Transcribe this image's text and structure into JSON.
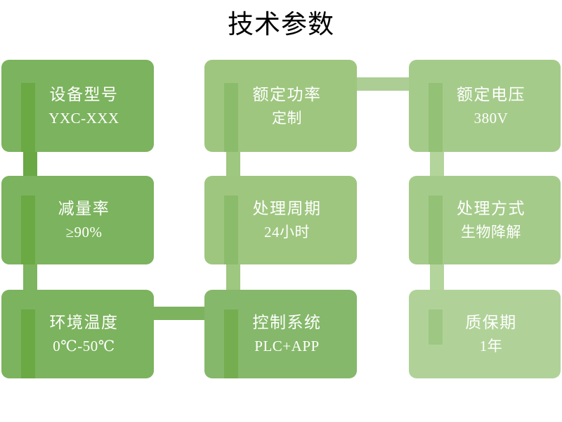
{
  "slide": {
    "title": "技术参数",
    "background": "#ffffff"
  },
  "palette": {
    "green_strong": "#7cb35e",
    "green_mid": "#9ec67f",
    "green_light": "#b0d298",
    "accent_dark": "#6aa944",
    "text_on_card": "#ffffff",
    "title_color": "#000000"
  },
  "cards": [
    {
      "id": "device-model",
      "title": "设备型号",
      "value": "YXC-XXX"
    },
    {
      "id": "rated-power",
      "title": "额定功率",
      "value": "定制"
    },
    {
      "id": "rated-voltage",
      "title": "额定电压",
      "value": "380V"
    },
    {
      "id": "reduction-rate",
      "title": "减量率",
      "value": "≥90%"
    },
    {
      "id": "processing-cycle",
      "title": "处理周期",
      "value": "24小时"
    },
    {
      "id": "processing-method",
      "title": "处理方式",
      "value": "生物降解"
    },
    {
      "id": "ambient-temperature",
      "title": "环境温度",
      "value": "0℃-50℃"
    },
    {
      "id": "control-system",
      "title": "控制系统",
      "value": "PLC+APP"
    },
    {
      "id": "warranty-period",
      "title": "质保期",
      "value": "1年"
    }
  ]
}
